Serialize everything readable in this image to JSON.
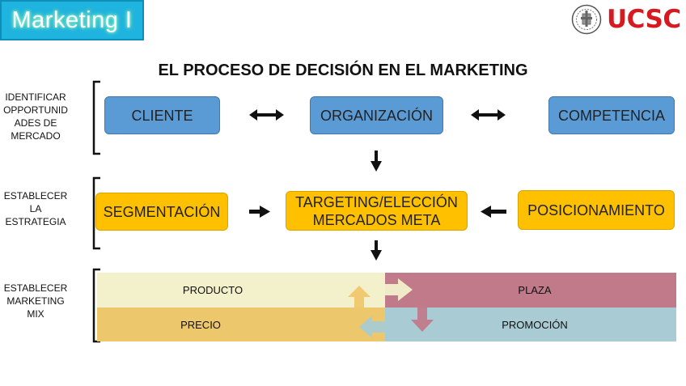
{
  "header": {
    "course_title": "Marketing I",
    "logo_text": "UCSC"
  },
  "diagram": {
    "title": "EL PROCESO DE DECISIÓN EN EL MARKETING",
    "rows": {
      "row1": {
        "label": "IDENTIFICAR OPPORTUNID ADES DE MERCADO",
        "boxes": [
          "CLIENTE",
          "ORGANIZACIÓN",
          "COMPETENCIA"
        ]
      },
      "row2": {
        "label": "ESTABLECER LA ESTRATEGIA",
        "boxes": [
          "SEGMENTACIÓN",
          "TARGETING/ELECCIÓN MERCADOS META",
          "POSICIONAMIENTO"
        ]
      },
      "row3": {
        "label": "ESTABLECER MARKETING MIX",
        "quadrants": [
          "PRODUCTO",
          "PLAZA",
          "PRECIO",
          "PROMOCIÓN"
        ]
      }
    }
  },
  "colors": {
    "blue_box": "#5b9bd5",
    "gold_box": "#ffc000",
    "producto": "#f3f0cc",
    "precio": "#ecc76b",
    "plaza": "#c07a8a",
    "promocion": "#a9cbd3"
  }
}
